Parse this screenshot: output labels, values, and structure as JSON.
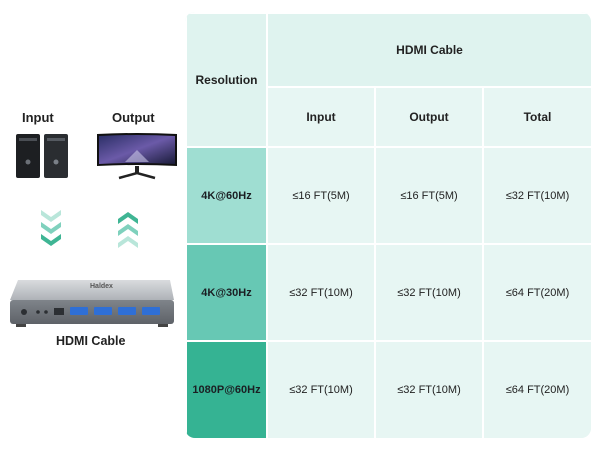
{
  "left": {
    "input_label": "Input",
    "output_label": "Output",
    "device_label": "HDMI Cable",
    "device_brand": "Haldex"
  },
  "table": {
    "resolution_header": "Resolution",
    "cable_header": "HDMI Cable",
    "sub_headers": [
      "Input",
      "Output",
      "Total"
    ],
    "rows": [
      {
        "resolution": "4K@60Hz",
        "values": [
          "≤16 FT(5M)",
          "≤16 FT(5M)",
          "≤32 FT(10M)"
        ]
      },
      {
        "resolution": "4K@30Hz",
        "values": [
          "≤32 FT(10M)",
          "≤32 FT(10M)",
          "≤64 FT(20M)"
        ]
      },
      {
        "resolution": "1080P@60Hz",
        "values": [
          "≤32 FT(10M)",
          "≤32 FT(10M)",
          "≤64 FT(20M)"
        ]
      }
    ]
  },
  "colors": {
    "accent_light": "#9fded2",
    "accent_mid": "#67c8b4",
    "accent_dark": "#35b393",
    "cell_bg": "#e7f6f3"
  }
}
